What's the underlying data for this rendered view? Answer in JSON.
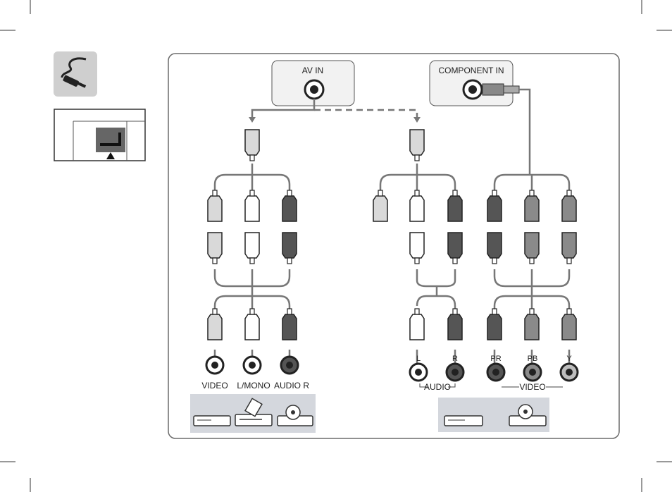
{
  "ports": {
    "av_in": "AV IN",
    "component_in": "COMPONENT IN"
  },
  "left_jacks": [
    "VIDEO",
    "L/MONO",
    "AUDIO R"
  ],
  "audio_jacks": [
    "L",
    "R"
  ],
  "component_jacks": [
    "PR",
    "PB",
    "Y"
  ],
  "groups": {
    "audio": "AUDIO",
    "video": "VIDEO"
  },
  "colors": {
    "panel_border": "#6b6b6b",
    "port_box_bg": "#f2f2f2",
    "cable": "#777777",
    "plug_white": "#ffffff",
    "plug_light": "#d9d9d9",
    "plug_dark": "#555555",
    "plug_mid": "#8a8a8a",
    "device_tray": "#d4d7dd",
    "icon_tile": "#cfcfcf"
  }
}
